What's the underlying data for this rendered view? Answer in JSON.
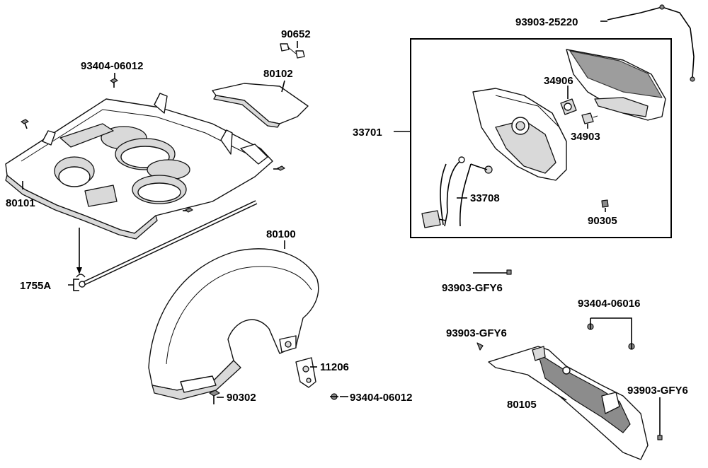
{
  "labels": {
    "p90652": "90652",
    "p80102": "80102",
    "p93404_06012_a": "93404-06012",
    "p80101": "80101",
    "p1755a": "1755A",
    "p80100": "80100",
    "p11206": "11206",
    "p90302": "90302",
    "p93404_06012_b": "93404-06012",
    "p93903_25220": "93903-25220",
    "p33701": "33701",
    "p34906": "34906",
    "p34903": "34903",
    "p33708": "33708",
    "p90305": "90305",
    "p93903_gfy6_a": "93903-GFY6",
    "p93404_06016": "93404-06016",
    "p93903_gfy6_b": "93903-GFY6",
    "p93903_gfy6_c": "93903-GFY6",
    "p80105": "80105"
  }
}
